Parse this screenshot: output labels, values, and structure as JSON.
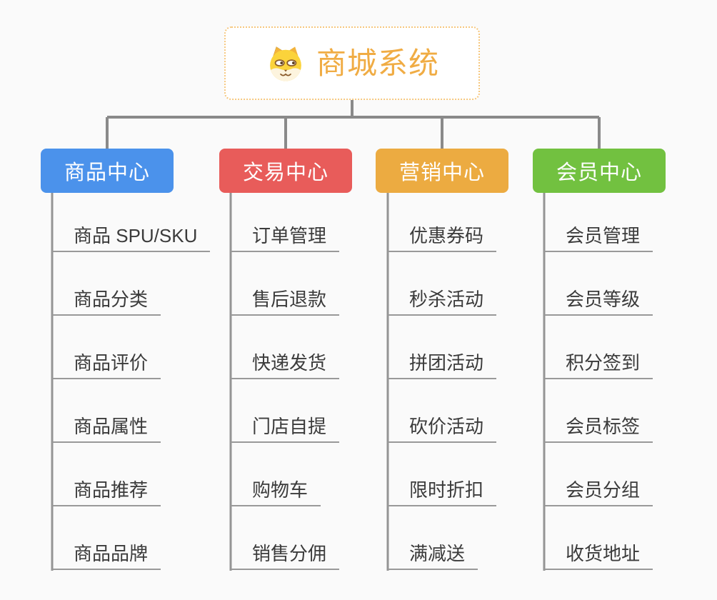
{
  "root": {
    "title": "商城系统",
    "icon": "dog-face",
    "accent_color": "#f0ac44",
    "border_color": "#f6c87f"
  },
  "connector_color": "#8a8a8a",
  "underline_color": "#999999",
  "branches": [
    {
      "label": "商品中心",
      "color": "#4b92eb",
      "children": [
        "商品 SPU/SKU",
        "商品分类",
        "商品评价",
        "商品属性",
        "商品推荐",
        "商品品牌"
      ]
    },
    {
      "label": "交易中心",
      "color": "#e85c5a",
      "children": [
        "订单管理",
        "售后退款",
        "快递发货",
        "门店自提",
        "购物车",
        "销售分佣"
      ]
    },
    {
      "label": "营销中心",
      "color": "#ecab41",
      "children": [
        "优惠券码",
        "秒杀活动",
        "拼团活动",
        "砍价活动",
        "限时折扣",
        "满减送"
      ]
    },
    {
      "label": "会员中心",
      "color": "#72c140",
      "children": [
        "会员管理",
        "会员等级",
        "积分签到",
        "会员标签",
        "会员分组",
        "收货地址"
      ]
    }
  ]
}
